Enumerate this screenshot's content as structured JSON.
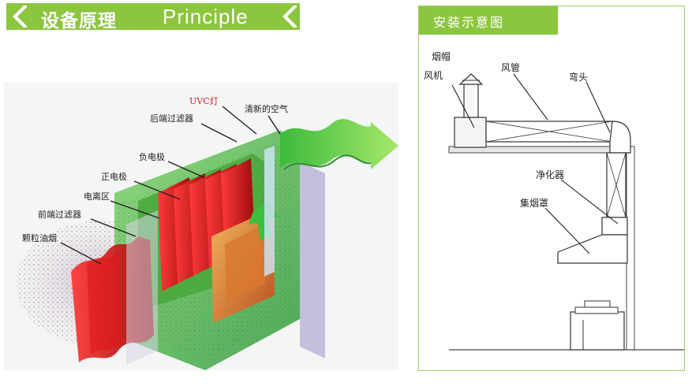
{
  "principle": {
    "title_cn": "设备原理",
    "title_en": "Principle",
    "labels": {
      "uvc": "UVC灯",
      "fresh_air": "清新的空气",
      "rear_filter": "后端过滤器",
      "negative_electrode": "负电极",
      "positive_electrode": "正电极",
      "ionization_zone": "电离区",
      "front_filter": "前端过滤器",
      "oil_smoke": "颗粒油烟"
    },
    "colors": {
      "accent": "#8cc63f",
      "uvc_label": "#cc1f1f"
    }
  },
  "install": {
    "title": "安装示意图",
    "labels": {
      "hood_cap": "烟帽",
      "fan": "风机",
      "duct": "风管",
      "elbow": "弯头",
      "purifier": "净化器",
      "smoke_hood": "集烟罩"
    }
  }
}
